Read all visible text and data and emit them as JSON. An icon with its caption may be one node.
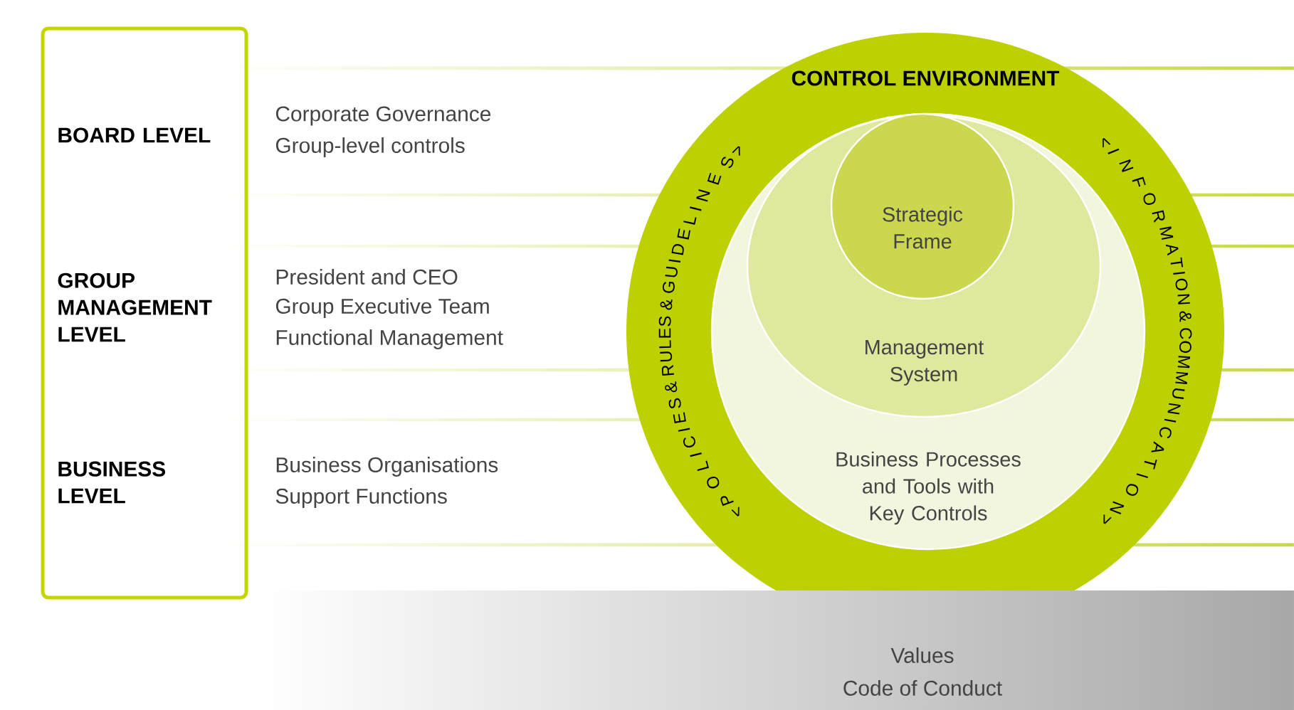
{
  "diagram": {
    "nodes": [
      {
        "text": [
          "BOARD LEVEL",
          "GROUP MANAGEMENT LEVEL",
          "BUSINESS LEVEL"
        ]
      },
      {
        "text": [
          "Corporate Governance",
          "Group-level controls"
        ]
      },
      {
        "text": [
          "President and CEO",
          "Group Executive Team",
          "Functional Management"
        ]
      },
      {
        "text": [
          "Business Organisations",
          "Support Functions"
        ]
      },
      {
        "text": [
          "CONTROL ENVIRONMENT",
          "< POLICIES & RULES & GUIDELINES >",
          "< INFORMATION & COMMUNICATION >"
        ]
      },
      {
        "text": [
          "Business Processes and Tools with Key Controls"
        ],
        "in": 4
      },
      {
        "text": [
          "Management System"
        ],
        "in": 5
      },
      {
        "text": [
          "Strategic Frame"
        ],
        "in": 6
      },
      {
        "text": [
          "Values",
          "Code of Conduct"
        ]
      }
    ]
  }
}
